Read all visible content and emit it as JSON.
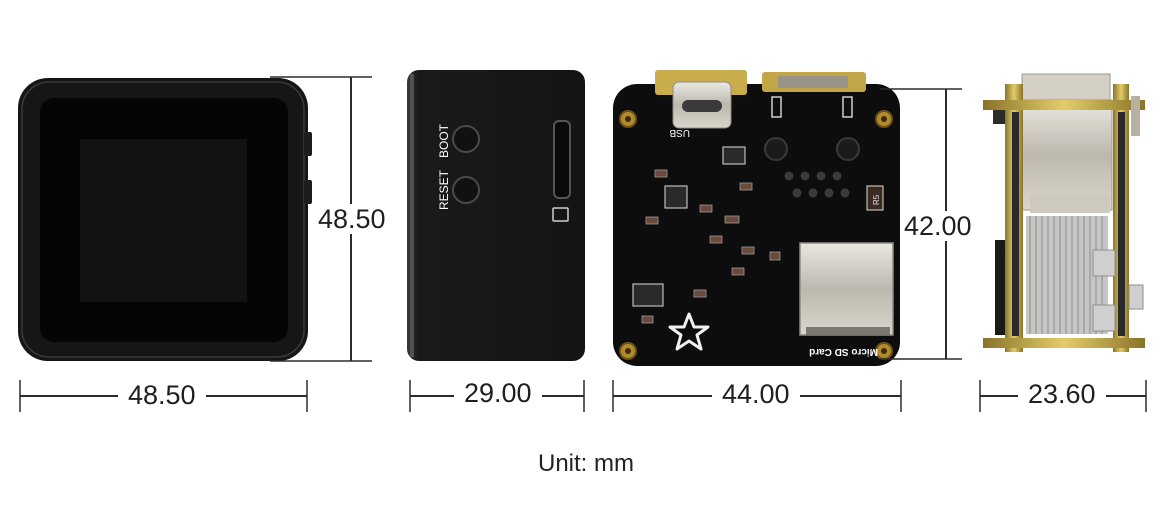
{
  "dimensions": {
    "front_width": "48.50",
    "front_height": "48.50",
    "side_width": "29.00",
    "board_width": "44.00",
    "board_height": "42.00",
    "profile_width": "23.60"
  },
  "side_labels": {
    "boot": "BOOT",
    "reset": "RESET"
  },
  "board_labels": {
    "usb": "USB",
    "r5": "R5",
    "micro_sd": "Micro SD Card"
  },
  "unit_label": "Unit: mm"
}
